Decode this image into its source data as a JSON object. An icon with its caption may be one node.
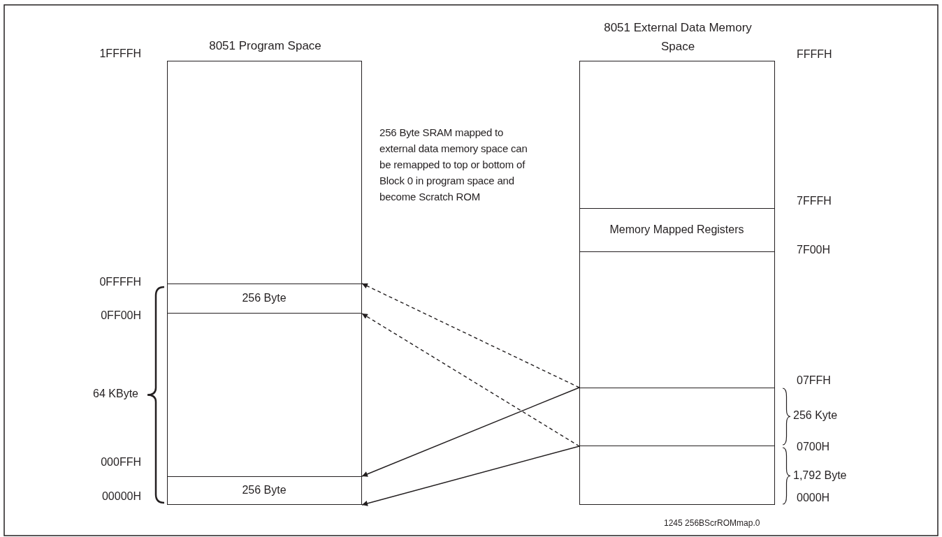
{
  "diagram": {
    "nodes": [
      {
        "text": [
          "8051 Program Space"
        ]
      },
      {
        "text": [
          "256 Byte"
        ],
        "in": 0
      },
      {
        "text": [
          "256 Byte"
        ],
        "in": 0
      },
      {
        "text": [
          "8051 External Data Memory Space"
        ]
      },
      {
        "text": [
          "Memory Mapped Registers"
        ],
        "in": 3
      },
      {
        "text": [],
        "shape": "box",
        "in": 3
      }
    ],
    "edges": [
      {
        "from": 5,
        "to": 1,
        "arrow": "to",
        "style": "dashed"
      },
      {
        "from": 5,
        "to": 1,
        "arrow": "to",
        "style": "dashed"
      },
      {
        "from": 5,
        "to": 2,
        "arrow": "to"
      },
      {
        "from": 5,
        "to": 2,
        "arrow": "to"
      }
    ],
    "labels": [
      "1FFFFH",
      "FFFFH",
      "256 Byte SRAM mapped to external data memory space can be remapped to top or bottom of Block 0 in program space and become Scratch ROM",
      "7FFFH",
      "7F00H",
      "0FFFFH",
      "0FF00H",
      "07FFH",
      "64 KByte",
      "256 Kyte",
      "0700H",
      "000FFH",
      "1,792 Byte",
      "00000H",
      "0000H",
      "1245 256BScrROMmap.0"
    ]
  }
}
